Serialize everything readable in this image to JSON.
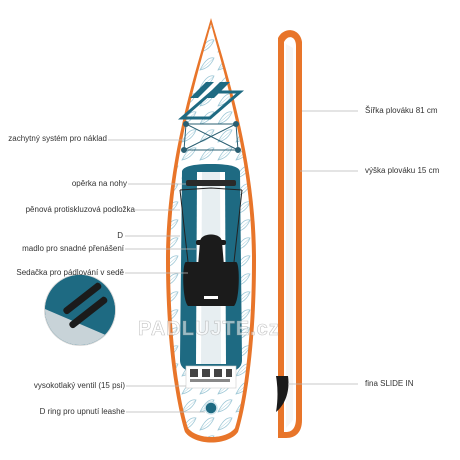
{
  "left_labels": [
    {
      "id": "cargo",
      "text": "zachytný systém pro náklad"
    },
    {
      "id": "footrest",
      "text": "opěrka na nohy"
    },
    {
      "id": "pad",
      "text": "pěnová protiskluzová podložka"
    },
    {
      "id": "d",
      "text": "D"
    },
    {
      "id": "handle",
      "text": "madlo pro snadné přenášení"
    },
    {
      "id": "seat",
      "text": "Sedačka pro pádlování v sedě"
    },
    {
      "id": "valve",
      "text": "vysokotlaký ventil (15 psi)"
    },
    {
      "id": "dring",
      "text": "D ring  pro upnutí leashe"
    }
  ],
  "right_labels": [
    {
      "id": "width",
      "text": "Šířka plováku 81 cm"
    },
    {
      "id": "height",
      "text": "výška plováku 15 cm"
    },
    {
      "id": "fin",
      "text": "fina SLIDE IN"
    }
  ],
  "watermark": "PADLUJTE.cz",
  "colors": {
    "teal": "#1e6a82",
    "teal_light": "#3d8aa2",
    "pattern": "#a9cfdc",
    "orange": "#e8752a",
    "line": "#b8b8b8",
    "white": "#ffffff"
  }
}
